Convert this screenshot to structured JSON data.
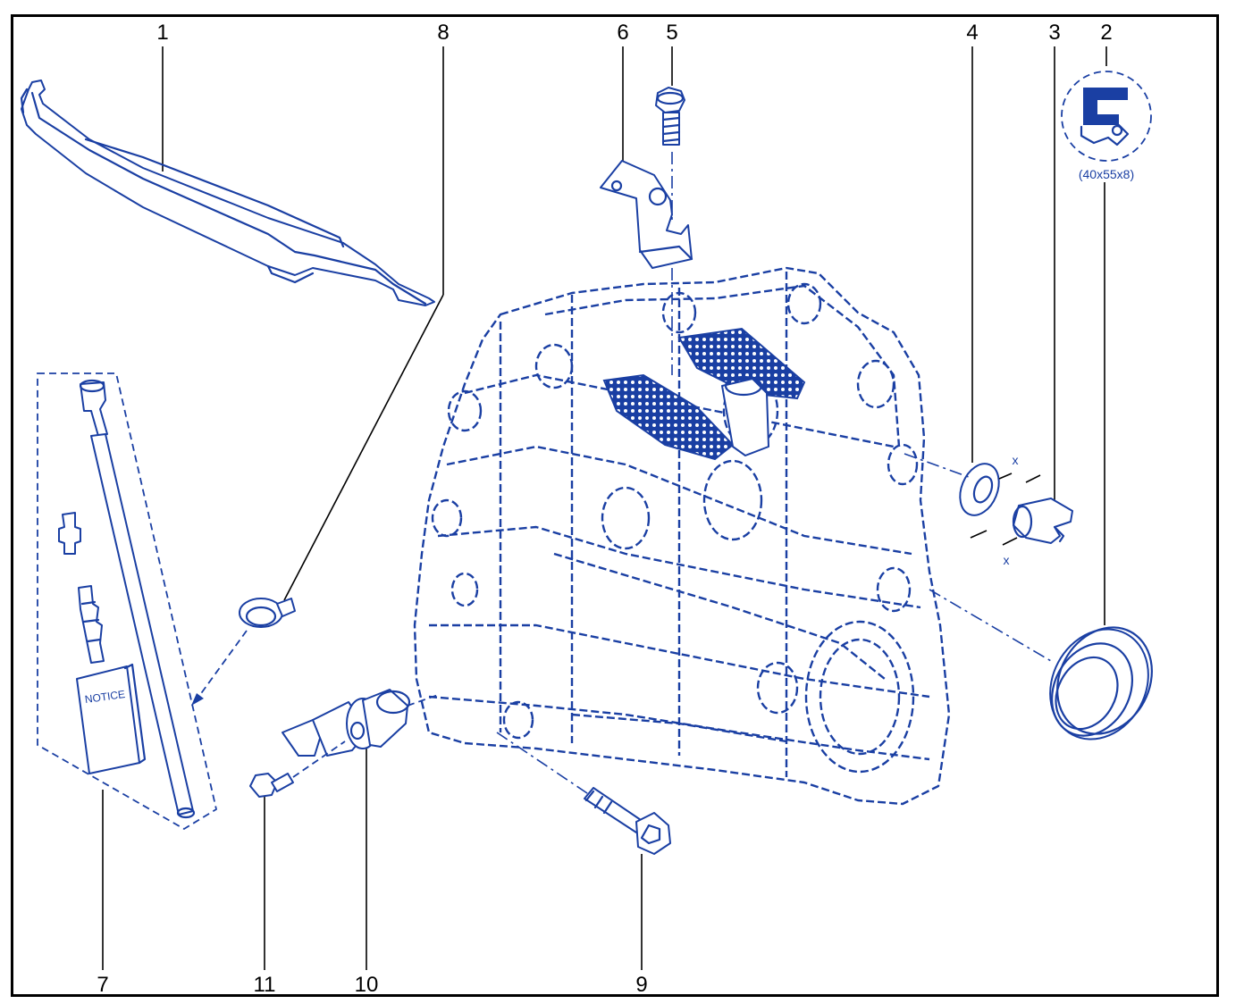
{
  "colors": {
    "line": "#1a3fa3",
    "frame": "#000000",
    "background": "#ffffff"
  },
  "callouts": [
    {
      "id": "1",
      "label": "1"
    },
    {
      "id": "2",
      "label": "2"
    },
    {
      "id": "3",
      "label": "3"
    },
    {
      "id": "4",
      "label": "4"
    },
    {
      "id": "5",
      "label": "5"
    },
    {
      "id": "6",
      "label": "6"
    },
    {
      "id": "7",
      "label": "7"
    },
    {
      "id": "8",
      "label": "8"
    },
    {
      "id": "9",
      "label": "9"
    },
    {
      "id": "10",
      "label": "10"
    },
    {
      "id": "11",
      "label": "11"
    }
  ],
  "seal_dimension": "(40x55x8)",
  "kit_booklet_label": "NOTICE",
  "dimension_mark": "x"
}
